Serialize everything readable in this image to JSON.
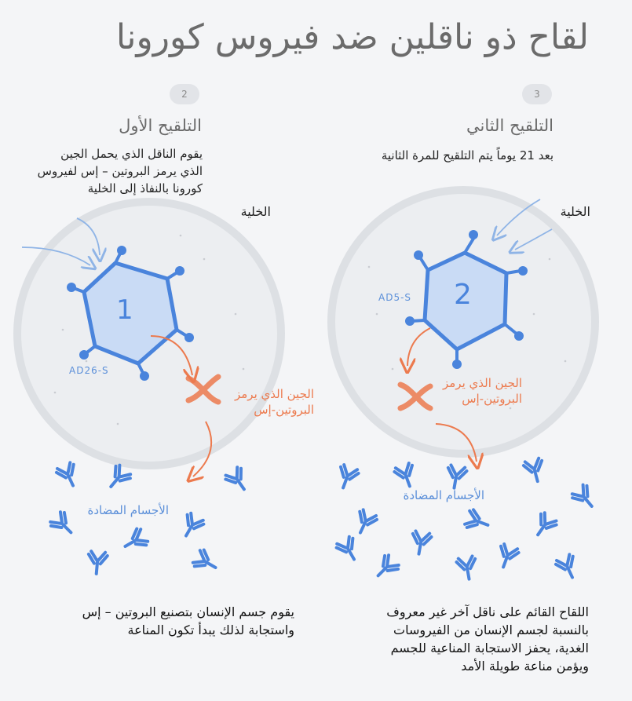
{
  "title": "لقاح ذو ناقلين ضد فيروس كورونا",
  "colors": {
    "accent_blue": "#4a84dc",
    "gene_orange": "#ec7a4e",
    "cell_fill": "#eceef1",
    "cell_border": "#dde0e4"
  },
  "panels": [
    {
      "step_number": "2",
      "step_title": "التلقيح الأول",
      "description": [
        "يقوم الناقل الذي يحمل الجين",
        "الذي يرمز البروتين – إس لفيروس",
        "كورونا بالنفاذ إلى الخلية"
      ],
      "cell_label": "الخلية",
      "virus_number": "1",
      "vector_label": "AD26-S",
      "gene_label": [
        "الجين الذي يرمز",
        "البروتين-إس"
      ],
      "antibody_label": "الأجسام المضادة",
      "bottom_text": [
        "يقوم جسم الإنسان بتصنيع البروتين – إس",
        "واستجابة لذلك يبدأ تكون المناعة"
      ]
    },
    {
      "step_number": "3",
      "step_title": "التلقيح الثاني",
      "description": [
        "بعد 21 يوماً يتم التلقيح للمرة الثانية"
      ],
      "cell_label": "الخلية",
      "virus_number": "2",
      "vector_label": "AD5-S",
      "gene_label": [
        "الجين الذي يرمز",
        "البروتين-إس"
      ],
      "antibody_label": "الأجسام المضادة",
      "bottom_text": [
        "اللقاح القائم على ناقل آخر غير معروف",
        "بالنسبة لجسم الإنسان من الفيروسات",
        "الغدية، يحفز الاستجابة المناعية للجسم",
        "ويؤمن مناعة طويلة الأمد"
      ]
    }
  ]
}
